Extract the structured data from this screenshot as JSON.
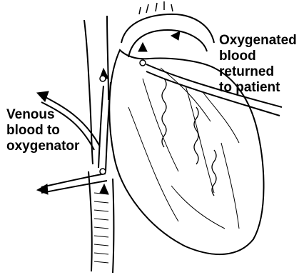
{
  "labels": {
    "oxygenated": {
      "lines": [
        "Oxygenated",
        "blood",
        "returned",
        "to patient"
      ]
    },
    "venous": {
      "lines": [
        "Venous",
        "blood to",
        "oxygenator"
      ]
    }
  },
  "colors": {
    "ink": "#000000",
    "paper": "#ffffff"
  }
}
